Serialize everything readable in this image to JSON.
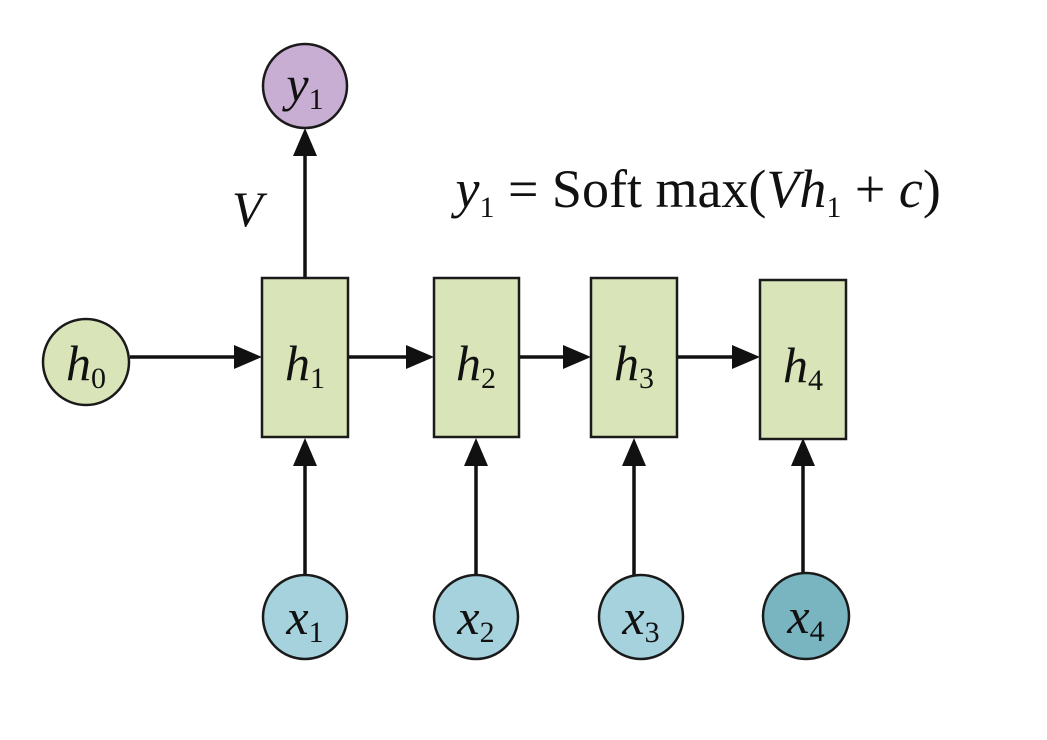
{
  "colors": {
    "hidden": "#d9e4b8",
    "input": "#a5d2dd",
    "input_last": "#79b4c1",
    "output": "#c9aed3",
    "stroke": "#1a1a1a"
  },
  "nodes": {
    "h0": {
      "base": "h",
      "sub": "0"
    },
    "y1": {
      "base": "y",
      "sub": "1"
    },
    "hidden": [
      {
        "base": "h",
        "sub": "1"
      },
      {
        "base": "h",
        "sub": "2"
      },
      {
        "base": "h",
        "sub": "3"
      },
      {
        "base": "h",
        "sub": "4"
      }
    ],
    "inputs": [
      {
        "base": "x",
        "sub": "1"
      },
      {
        "base": "x",
        "sub": "2"
      },
      {
        "base": "x",
        "sub": "3"
      },
      {
        "base": "x",
        "sub": "4"
      }
    ]
  },
  "weight_label": "V",
  "formula": {
    "lhs_base": "y",
    "lhs_sub": "1",
    "equals": " = Soft max(",
    "V": "V",
    "h_base": "h",
    "h_sub": "1",
    "plus": " + ",
    "c": "c",
    "close": ")"
  }
}
